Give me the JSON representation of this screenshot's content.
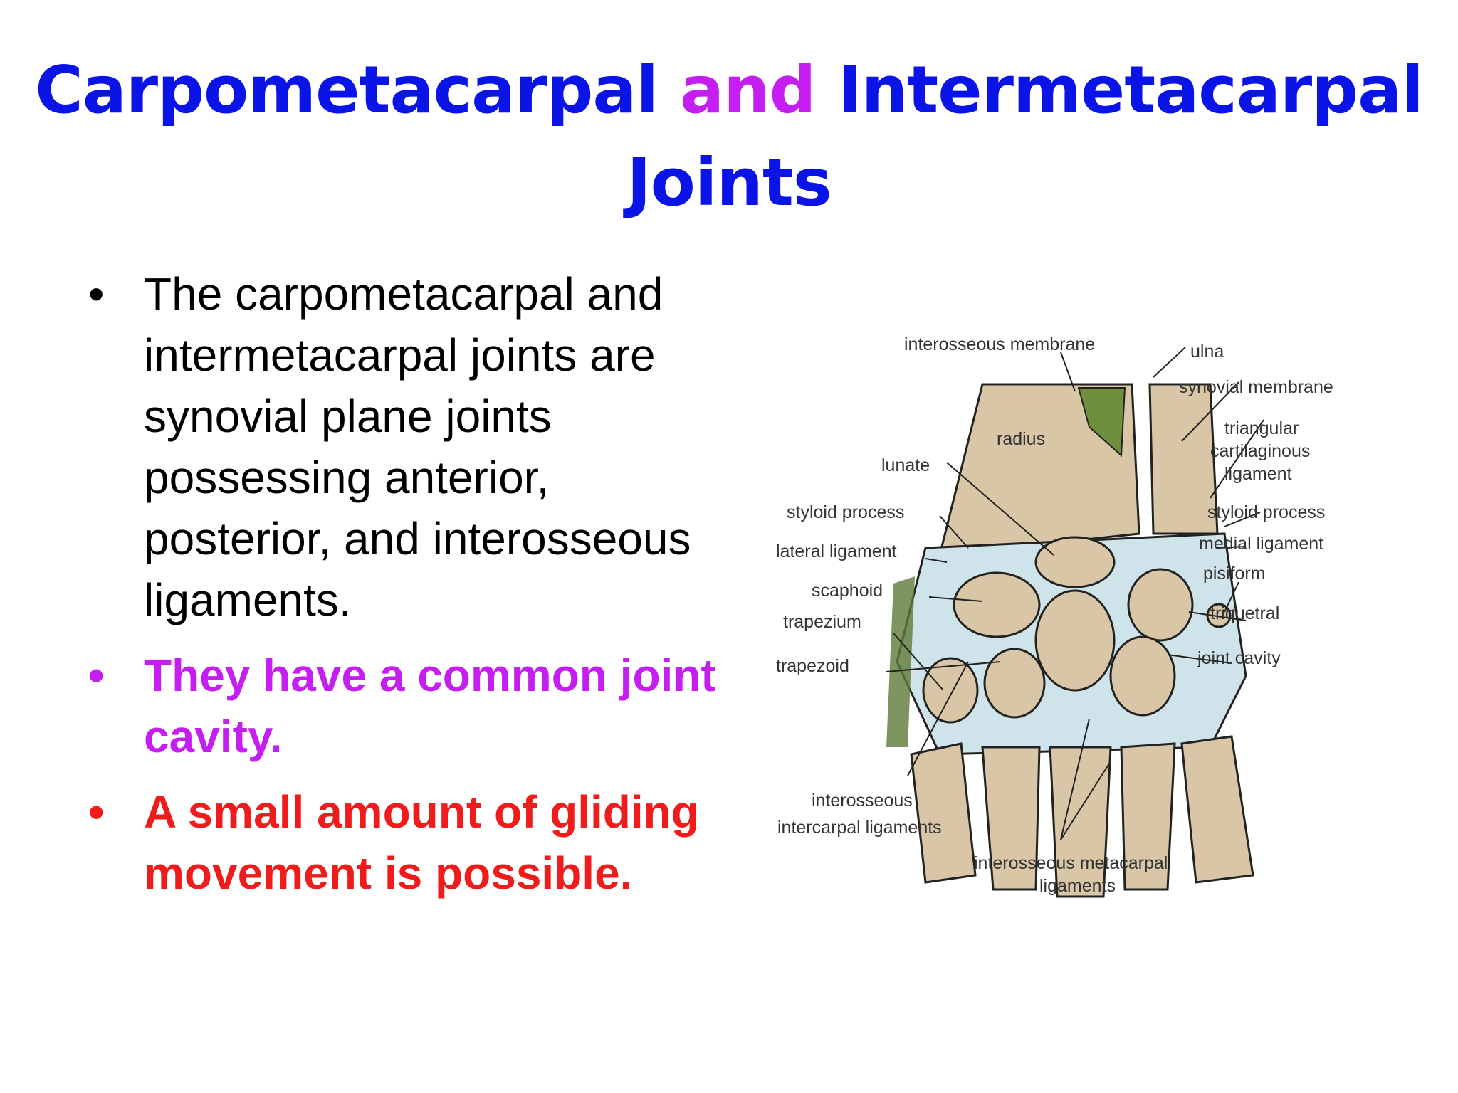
{
  "title": {
    "line1_part1": "Carpometacarpal",
    "line1_part2": "and",
    "line1_part3": "Intermetacarpal",
    "line2": "Joints"
  },
  "bullets": [
    {
      "text": "The carpometacarpal and intermetacarpal joints are synovial plane joints possessing anterior, posterior, and interosseous ligaments.",
      "color": "#000000"
    },
    {
      "text": "They have a common joint cavity.",
      "color": "#c51ef0"
    },
    {
      "text": "A small amount of gliding movement is possible.",
      "color": "#f01c1c"
    }
  ],
  "diagram": {
    "labels": {
      "interosseous_membrane": "interosseous membrane",
      "ulna": "ulna",
      "synovial_membrane": "synovial membrane",
      "radius": "radius",
      "triangular_cartilaginous_1": "triangular",
      "triangular_cartilaginous_2": "cartilaginous",
      "triangular_cartilaginous_3": "ligament",
      "lunate": "lunate",
      "styloid_process_left": "styloid process",
      "styloid_process_right": "styloid process",
      "medial_ligament": "medial ligament",
      "lateral_ligament": "lateral ligament",
      "pisiform": "pisiform",
      "scaphoid": "scaphoid",
      "triquetral": "triquetral",
      "trapezium": "trapezium",
      "joint_cavity": "joint cavity",
      "trapezoid": "trapezoid",
      "interosseous_intercarpal_1": "interosseous",
      "interosseous_intercarpal_2": "intercarpal ligaments",
      "interosseous_metacarpal_1": "interosseous metacarpal",
      "interosseous_metacarpal_2": "ligaments"
    },
    "colors": {
      "bone": "#d8c6a6",
      "cartilage_ring": "#cfe3ea",
      "ligament": "#5f7a3a",
      "outline": "#222222"
    }
  }
}
